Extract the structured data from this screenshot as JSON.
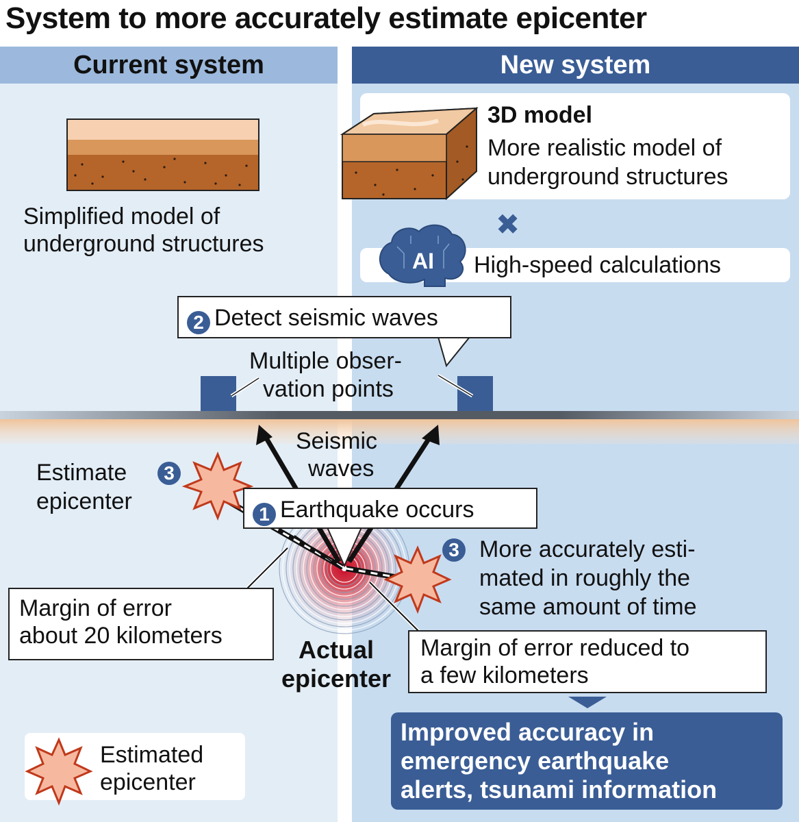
{
  "title": "System to more accurately estimate epicenter",
  "current": {
    "header": "Current system",
    "model_line1": "Simplified model of",
    "model_line2": "underground structures"
  },
  "new": {
    "header": "New system",
    "model_title": "3D model",
    "model_line1": "More realistic model of",
    "model_line2": "underground structures",
    "times_symbol": "✖",
    "ai_label": "AI",
    "calc": "High-speed calculations"
  },
  "steps": {
    "detect_num": "2",
    "detect": "Detect seismic waves",
    "obs_line1": "Multiple obser-",
    "obs_line2": "vation points",
    "waves_line1": "Seismic",
    "waves_line2": "waves",
    "quake_num": "1",
    "quake": "Earthquake occurs",
    "estimate_num": "3",
    "estimate_line1": "Estimate",
    "estimate_line2": "epicenter",
    "accurate_num": "3",
    "accurate_line1": "More accurately esti-",
    "accurate_line2": "mated in roughly the",
    "accurate_line3": "same amount of time"
  },
  "errors": {
    "current_line1": "Margin of error",
    "current_line2": "about 20 kilometers",
    "new_line1": "Margin of error reduced to",
    "new_line2": "a few kilometers"
  },
  "actual": {
    "line1": "Actual",
    "line2": "epicenter"
  },
  "legend": {
    "line1": "Estimated",
    "line2": "epicenter"
  },
  "result": {
    "line1": "Improved accuracy in",
    "line2": "emergency earthquake",
    "line3": "alerts, tsunami information"
  },
  "colors": {
    "navy": "#3a5d95",
    "light_blue": "#e3edf6",
    "mid_blue": "#c8dcf0",
    "star_fill": "#f6b9a0",
    "star_stroke": "#c0391b",
    "epicenter_red": "#c8102e"
  }
}
